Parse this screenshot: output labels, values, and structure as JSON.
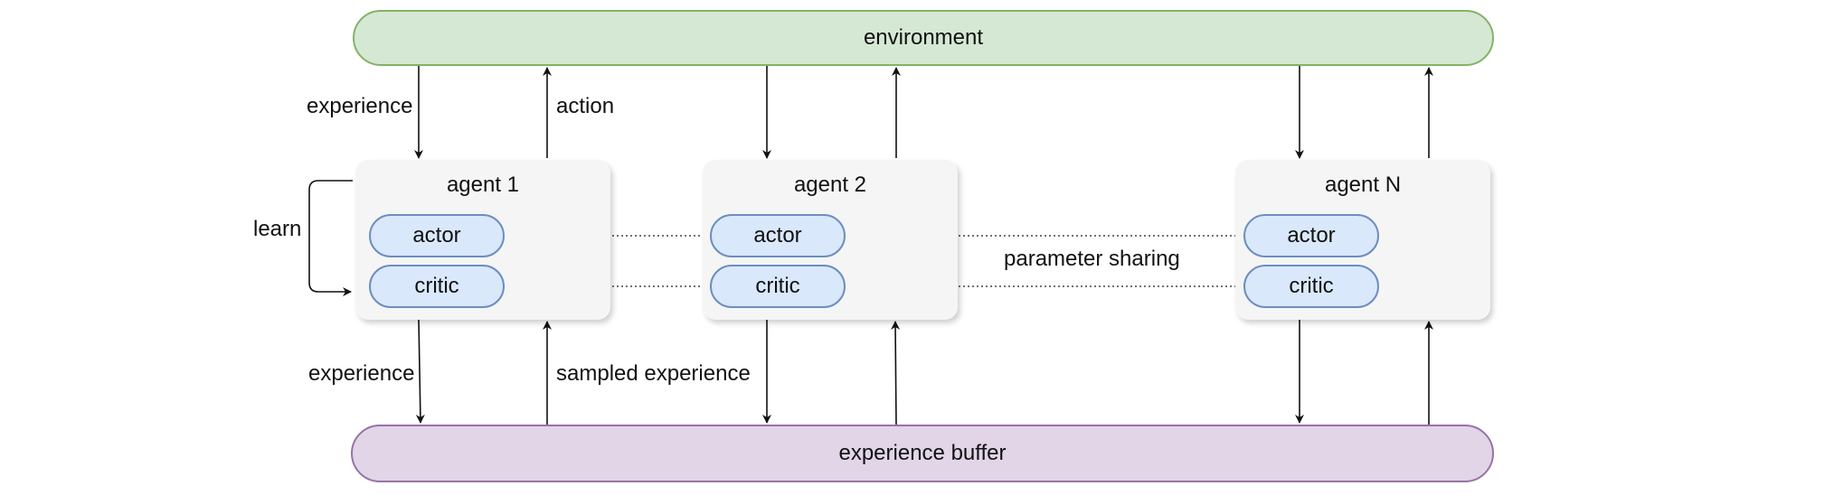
{
  "environment": {
    "label": "environment"
  },
  "experience_buffer": {
    "label": "experience buffer"
  },
  "agents": [
    {
      "title": "agent 1",
      "actor": "actor",
      "critic": "critic"
    },
    {
      "title": "agent 2",
      "actor": "actor",
      "critic": "critic"
    },
    {
      "title": "agent N",
      "actor": "actor",
      "critic": "critic"
    }
  ],
  "labels": {
    "experience_top": "experience",
    "action": "action",
    "learn": "learn",
    "experience_bottom": "experience",
    "sampled_experience": "sampled experience",
    "parameter_sharing": "parameter sharing"
  },
  "colors": {
    "environment_fill": "#d5e8d4",
    "environment_stroke": "#82b366",
    "buffer_fill": "#e1d5e7",
    "buffer_stroke": "#9673a6",
    "module_fill": "#dae8fc",
    "module_stroke": "#6c8ebf",
    "agent_fill": "#f5f5f5"
  }
}
